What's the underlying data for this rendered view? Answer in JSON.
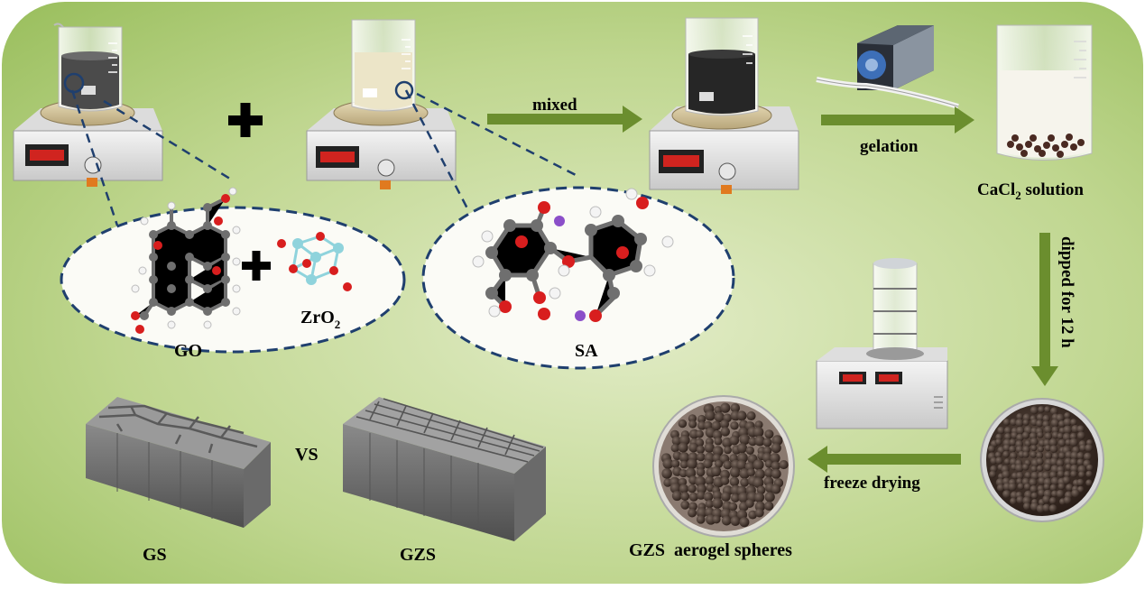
{
  "labels": {
    "mixed": "mixed",
    "gelation": "gelation",
    "cacl2_prefix": "CaCl",
    "cacl2_sub": "2",
    "cacl2_suffix": " solution",
    "dipped": "dipped for 12 h",
    "freeze_drying": "freeze drying",
    "go": "GO",
    "zro2_prefix": "ZrO",
    "zro2_sub": "2",
    "sa": "SA",
    "vs": "VS",
    "gs": "GS",
    "gzs": "GZS",
    "product": "GZS  aerogel spheres"
  },
  "colors": {
    "background": "#a9c96e",
    "arrow": "#6b8e2e",
    "dashed_line": "#1f3f6e",
    "carbon": "#7a7a7a",
    "oxygen": "#d81e1e",
    "hydrogen": "#f2f2f2",
    "zirconium": "#8fd3dc",
    "sodium": "#8b4fc9",
    "bead": "#3a2a22"
  },
  "icons": [
    "plus-icon",
    "beaker-icon",
    "hotplate-icon",
    "pump-icon",
    "freeze-dryer-icon",
    "petri-dish-icon"
  ]
}
